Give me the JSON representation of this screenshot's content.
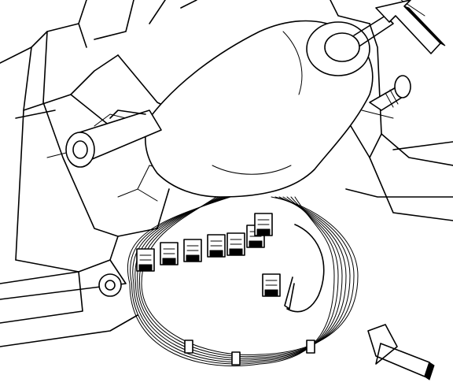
{
  "diagram": {
    "style": "black line art on white",
    "ink_color": "#000000",
    "paper_color": "#ffffff",
    "callouts": [
      {
        "id": "arrow-upper-right",
        "icon": "hollow-arrow-icon",
        "pointing": "down-left"
      },
      {
        "id": "arrow-lower-right",
        "icon": "hollow-arrow-icon",
        "pointing": "up-left"
      }
    ],
    "connectors": {
      "count": 8
    },
    "harness_strands": 7
  }
}
